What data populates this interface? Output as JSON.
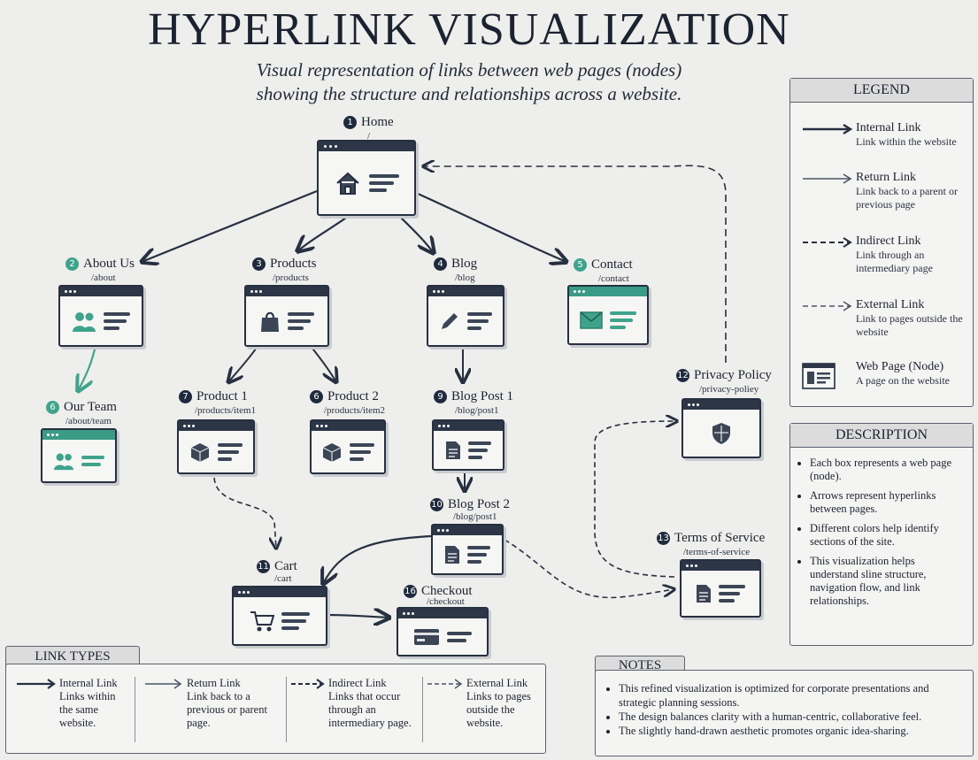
{
  "title": "HYPERLINK VISUALIZATION",
  "subtitle_line1": "Visual representation of links between web pages (nodes)",
  "subtitle_line2": "showing the structure and relationships across a website.",
  "colors": {
    "navy": "#263040",
    "teal": "#3fa38c",
    "background": "#eeeeec"
  },
  "nodes": {
    "home": {
      "num": "1",
      "name": "Home",
      "path": "/",
      "icon": "house-icon"
    },
    "about": {
      "num": "2",
      "name": "About Us",
      "path": "/about",
      "icon": "people-icon"
    },
    "products": {
      "num": "3",
      "name": "Products",
      "path": "/products",
      "icon": "shopping-bag-icon"
    },
    "blog": {
      "num": "4",
      "name": "Blog",
      "path": "/blog",
      "icon": "pencil-icon"
    },
    "contact": {
      "num": "5",
      "name": "Contact",
      "path": "/contact",
      "icon": "envelope-icon"
    },
    "team": {
      "num": "6",
      "name": "Our Team",
      "path": "/about/team",
      "icon": "people-icon"
    },
    "product1": {
      "num": "7",
      "name": "Product 1",
      "path": "/products/item1",
      "icon": "box-icon"
    },
    "product2": {
      "num": "6",
      "name": "Product 2",
      "path": "/products/item2",
      "icon": "box-icon"
    },
    "blogpost1": {
      "num": "9",
      "name": "Blog Post 1",
      "path": "/blog/post1",
      "icon": "document-icon"
    },
    "blogpost2": {
      "num": "10",
      "name": "Blog Post 2",
      "path": "/blog/post1",
      "icon": "document-icon"
    },
    "cart": {
      "num": "11",
      "name": "Cart",
      "path": "/cart",
      "icon": "cart-icon"
    },
    "checkout": {
      "num": "16",
      "name": "Checkout",
      "path": "/checkout",
      "icon": "credit-card-icon"
    },
    "privacy": {
      "num": "12",
      "name": "Privacy Policy",
      "path": "/privacy-poliey",
      "icon": "shield-icon"
    },
    "terms": {
      "num": "13",
      "name": "Terms of Service",
      "path": "/terms-of-service",
      "icon": "document-icon"
    }
  },
  "legend": {
    "heading": "LEGEND",
    "items": [
      {
        "title": "Internal Link",
        "desc": "Link within the website"
      },
      {
        "title": "Return Link",
        "desc": "Link back to a parent or previous page"
      },
      {
        "title": "Indirect Link",
        "desc": "Link through an intermediary page"
      },
      {
        "title": "External Link",
        "desc": "Link to pages outside the website"
      },
      {
        "title": "Web Page (Node)",
        "desc": "A page on the website"
      }
    ]
  },
  "description": {
    "heading": "DESCRIPTION",
    "items": [
      "Each box represents a web page (node).",
      "Arrows represent hyperlinks between pages.",
      "Different colors help identify sections of the site.",
      "This visualization helps understand sline structure, navigation flow, and link relationships."
    ]
  },
  "link_types": {
    "heading": "LINK TYPES",
    "items": [
      {
        "title": "Internal Link",
        "desc": "Links within the same website."
      },
      {
        "title": "Return Link",
        "desc": "Link back to a previous or parent page."
      },
      {
        "title": "Indirect Link",
        "desc": "Links that occur through an intermediary page."
      },
      {
        "title": "External Link",
        "desc": "Links to pages outside the website."
      }
    ]
  },
  "notes": {
    "heading": "NOTES",
    "items": [
      "This refined visualization is optimized for corporate presentations and strategic planning sessions.",
      "The design balances clarity with a human-centric, collaborative feel.",
      "The slightly hand-drawn aesthetic promotes organic idea-sharing."
    ]
  }
}
